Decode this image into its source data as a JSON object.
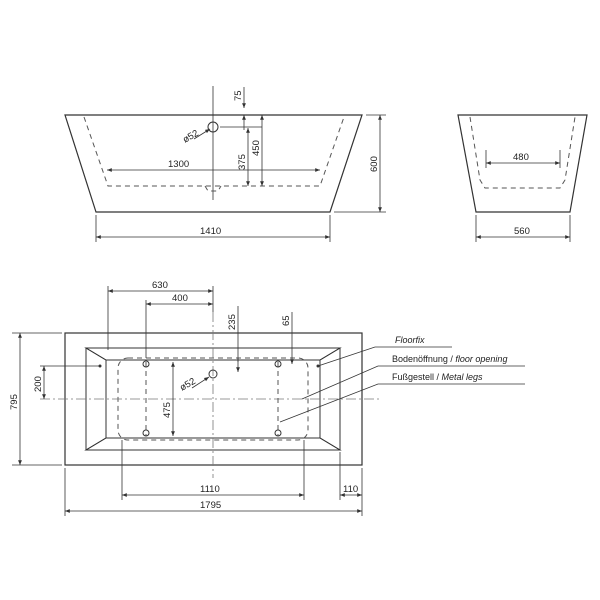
{
  "dimensions": {
    "d75": "75",
    "d52_front": "ø52",
    "d375": "375",
    "d450": "450",
    "d600": "600",
    "d1300": "1300",
    "d1410": "1410",
    "d480": "480",
    "d560": "560",
    "d630": "630",
    "d400": "400",
    "d235": "235",
    "d65": "65",
    "d200": "200",
    "d795": "795",
    "d52_top": "ø52",
    "d475": "475",
    "d1110": "1110",
    "d110": "110",
    "d1795": "1795"
  },
  "callouts": {
    "floorfix": "Floorfix",
    "floor_opening_de": "Bodenöffnung / ",
    "floor_opening_en": "floor opening",
    "legs_de": "Fußgestell / ",
    "legs_en": "Metal legs"
  }
}
